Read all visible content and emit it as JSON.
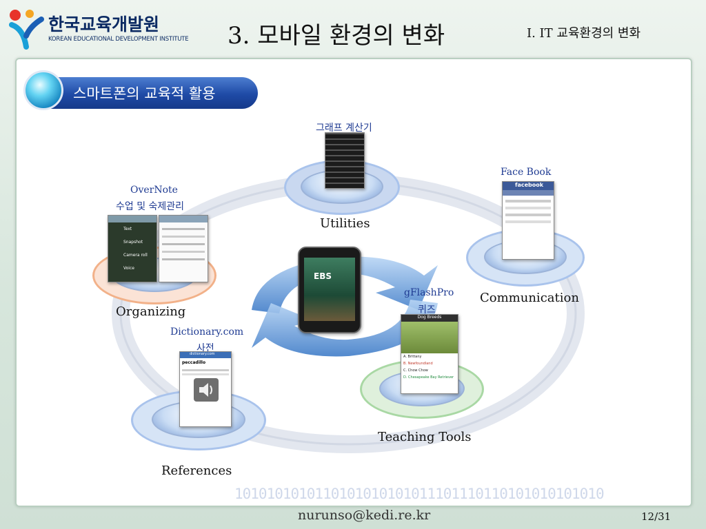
{
  "header": {
    "logo_korean": "한국교육개발원",
    "logo_english": "KOREAN EDUCATIONAL DEVELOPMENT INSTITUTE",
    "title": "3. 모바일 환경의 변화",
    "section": "I. IT 교육환경의 변화"
  },
  "badge": {
    "label": "스마트폰의 교육적 활용"
  },
  "diagram": {
    "utilities": {
      "label": "Utilities",
      "app": "그래프 계산기"
    },
    "communication": {
      "label": "Communication",
      "app": "Face Book"
    },
    "organizing": {
      "label": "Organizing",
      "app_line1": "OverNote",
      "app_line2": "수업 및 숙제관리"
    },
    "teaching": {
      "label": "Teaching Tools",
      "app_line1": "gFlashPro",
      "app_line2": "퀴즈"
    },
    "references": {
      "label": "References",
      "app_line1": "Dictionary.com",
      "app_line2": "사전"
    },
    "center_phone_text": "EBS"
  },
  "screens": {
    "facebook_brand": "facebook",
    "overnote_items": [
      "Text",
      "Snapshot",
      "Camera roll",
      "Voice"
    ],
    "quiz_title": "Dog Breeds",
    "quiz_options": [
      "A. Brittany",
      "B. Newfoundland",
      "C. Chow Chow",
      "D. Chesapeake Bay Retriever"
    ],
    "dictionary_site": "dictionary.com",
    "dictionary_word": "peccadillo"
  },
  "footer": {
    "email": "nurunso@kedi.re.kr",
    "page": "12/31",
    "binary": "1010101010110101010101011101110110101010101010"
  },
  "colors": {
    "accent_blue": "#1e4aa6",
    "app_label": "#1f3b92",
    "ring_orange": "#f2b189",
    "ring_green": "#a9d8a4",
    "ring_blue": "#a9c3ec"
  }
}
